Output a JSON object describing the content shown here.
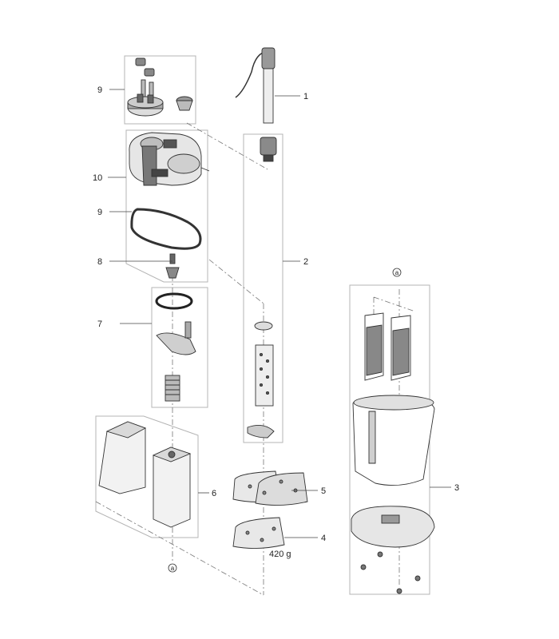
{
  "callouts": {
    "c1": "1",
    "c2": "2",
    "c3": "3",
    "c4": "4",
    "c5": "5",
    "c6": "6",
    "c7": "7",
    "c8": "8",
    "c9_top": "9",
    "c9_ring": "9",
    "c10": "10"
  },
  "markers": {
    "top": "a",
    "bottom": "a"
  },
  "labels": {
    "weight": "420 g"
  }
}
